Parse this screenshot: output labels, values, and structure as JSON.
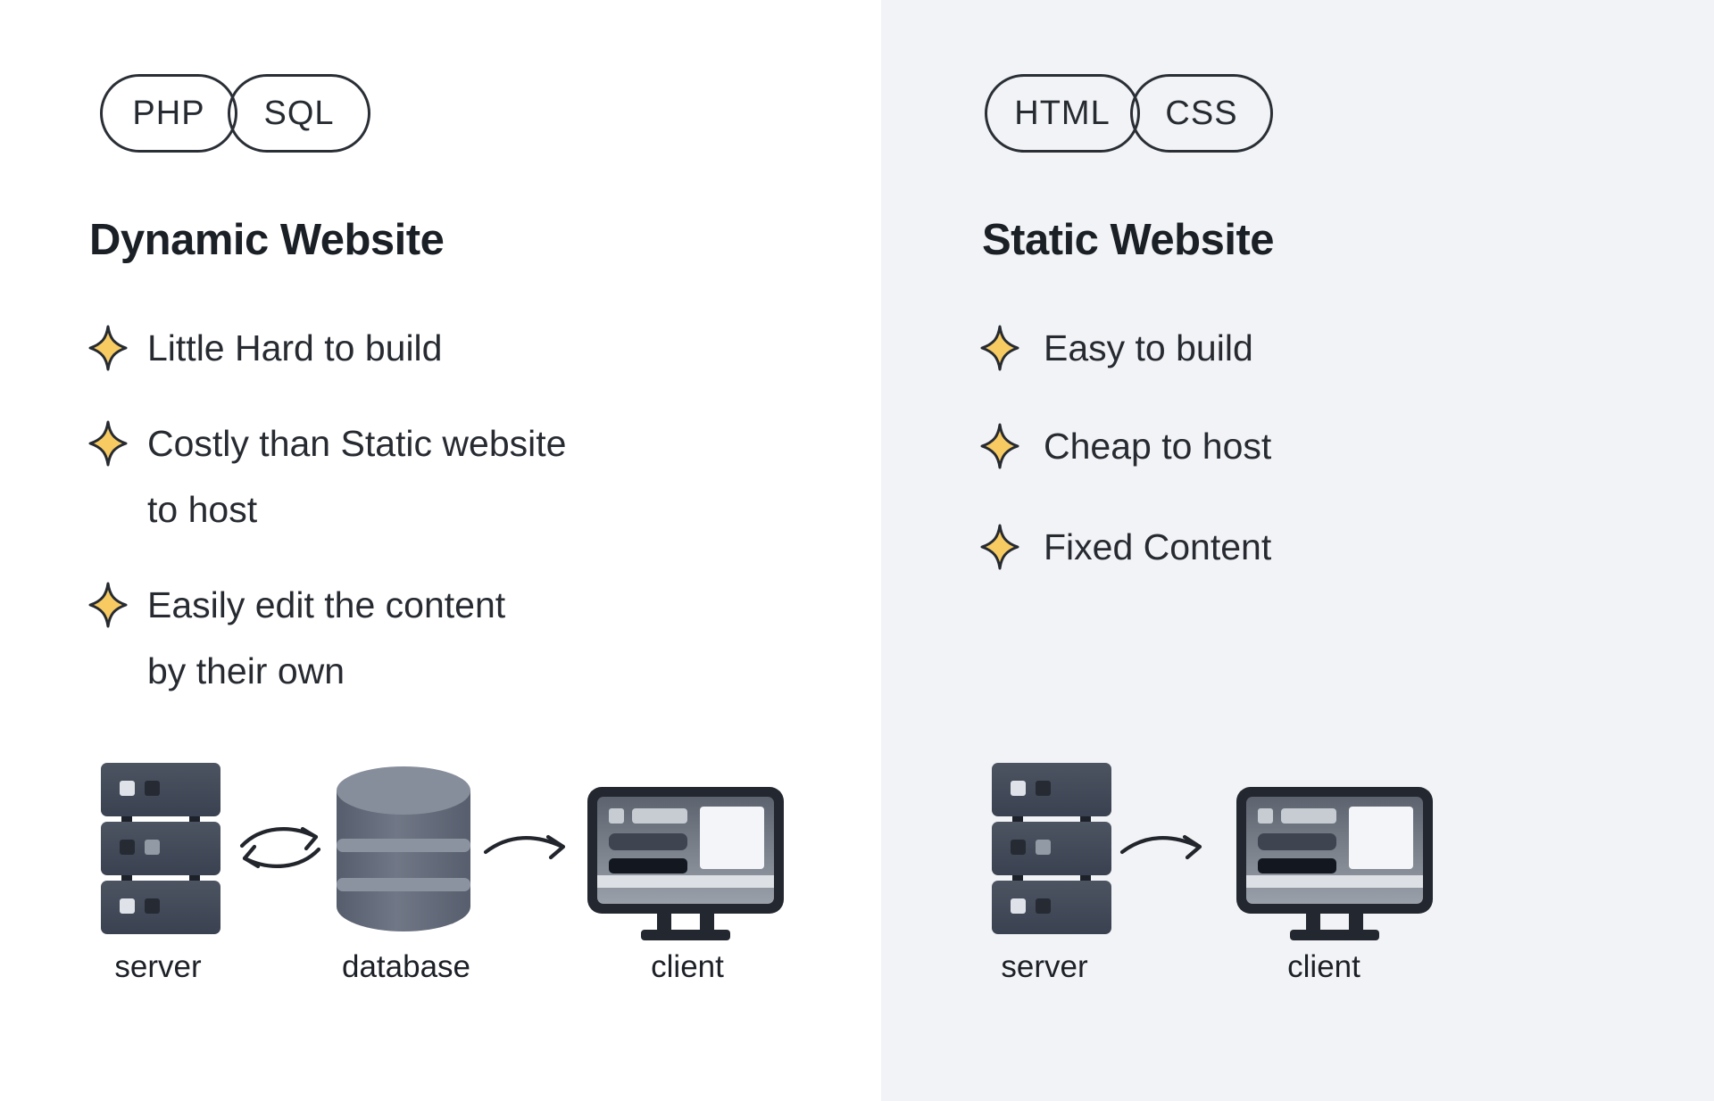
{
  "colors": {
    "accent_sparkle": "#f7cb62",
    "sparkle_outline": "#262a31",
    "ink": "#22262c",
    "pill_border": "#2a2f36",
    "left_panel_bg": "#ffffff",
    "right_panel_bg": "#f2f3f6",
    "icon_slate": "#424a58"
  },
  "panels": [
    {
      "id": "dynamic",
      "tags": [
        {
          "label": "PHP"
        },
        {
          "label": "SQL"
        }
      ],
      "title": "Dynamic Website",
      "features": [
        {
          "text": "Little Hard to build"
        },
        {
          "text": "Costly than Static website\nto host"
        },
        {
          "text": "Easily edit the content\nby their own"
        }
      ],
      "diagram": {
        "nodes": [
          {
            "label": "server"
          },
          {
            "label": "database"
          },
          {
            "label": "client"
          }
        ],
        "arrows": [
          {
            "type": "two-way"
          },
          {
            "type": "one-way"
          }
        ]
      }
    },
    {
      "id": "static",
      "tags": [
        {
          "label": "HTML"
        },
        {
          "label": "CSS"
        }
      ],
      "title": "Static Website",
      "features": [
        {
          "text": "Easy to build"
        },
        {
          "text": "Cheap to host"
        },
        {
          "text": "Fixed Content"
        }
      ],
      "diagram": {
        "nodes": [
          {
            "label": "server"
          },
          {
            "label": "client"
          }
        ],
        "arrows": [
          {
            "type": "one-way"
          }
        ]
      }
    }
  ]
}
